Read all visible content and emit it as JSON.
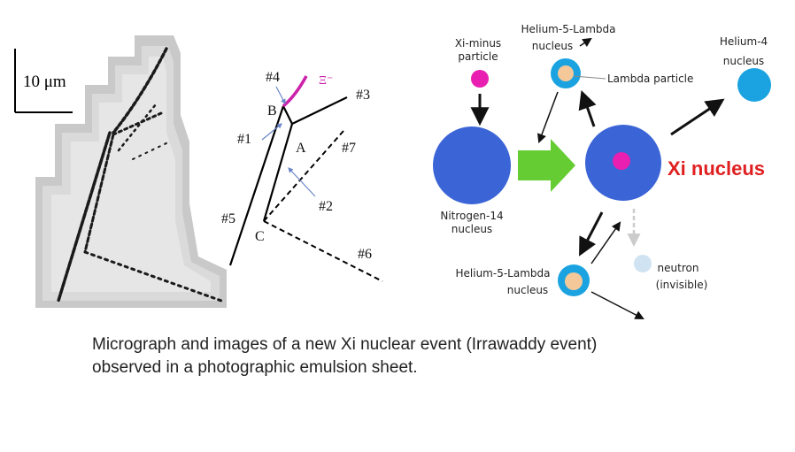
{
  "micrograph": {
    "scale_label": "10 μm"
  },
  "tracks": {
    "labels": {
      "t4": "#4",
      "xi": "Ξ⁻",
      "t3": "#3",
      "b": "B",
      "t1": "#1",
      "a": "A",
      "t7": "#7",
      "t2": "#2",
      "t5": "#5",
      "c": "C",
      "t6": "#6"
    }
  },
  "reaction": {
    "xi_minus_label": [
      "Xi-minus",
      "particle"
    ],
    "he5l_top_label": [
      "Helium-5-Lambda",
      "nucleus"
    ],
    "lambda_label": "Lambda particle",
    "he4_label": [
      "Helium-4",
      "nucleus"
    ],
    "n14_label": [
      "Nitrogen-14",
      "nucleus"
    ],
    "xi_nucleus_label": "Xi nucleus",
    "he5l_bottom_label": [
      "Helium-5-Lambda",
      "nucleus"
    ],
    "neutron_label": [
      "neutron",
      "(invisible)"
    ],
    "colors": {
      "xi_minus": "#e81fb0",
      "nucleus_blue": "#3b64d6",
      "he_light": "#1aa3e0",
      "lambda": "#f5c89a",
      "arrow_green": "#66cc33",
      "xi_red": "#e02020",
      "neutron": "#cfe3f2"
    }
  },
  "caption": {
    "line1": "Micrograph and images of a new Xi nuclear event (Irrawaddy event)",
    "line2": "observed in a photographic emulsion sheet."
  }
}
